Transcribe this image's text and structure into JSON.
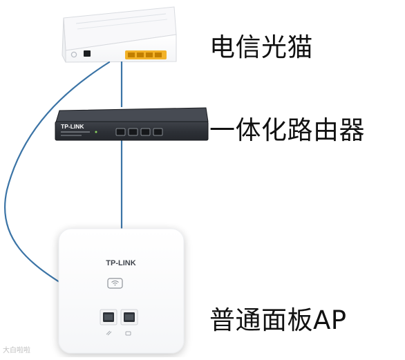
{
  "labels": {
    "modem": "电信光猫",
    "router": "一体化路由器",
    "ap": "普通面板AP"
  },
  "devices": {
    "router": {
      "brand": "TP-LINK"
    },
    "ap": {
      "brand": "TP-LINK"
    }
  },
  "watermark": "大白啦啦",
  "icons": {
    "ap_wifi": "wifi-icon",
    "ap_port_left": "phone-icon",
    "ap_port_right": "network-jack-icon"
  },
  "colors": {
    "cable": "#3b74a6",
    "modem_port": "#f2b229",
    "router_body": "#2f3238",
    "router_front": "#3e434b",
    "ap_panel": "#ffffff"
  }
}
